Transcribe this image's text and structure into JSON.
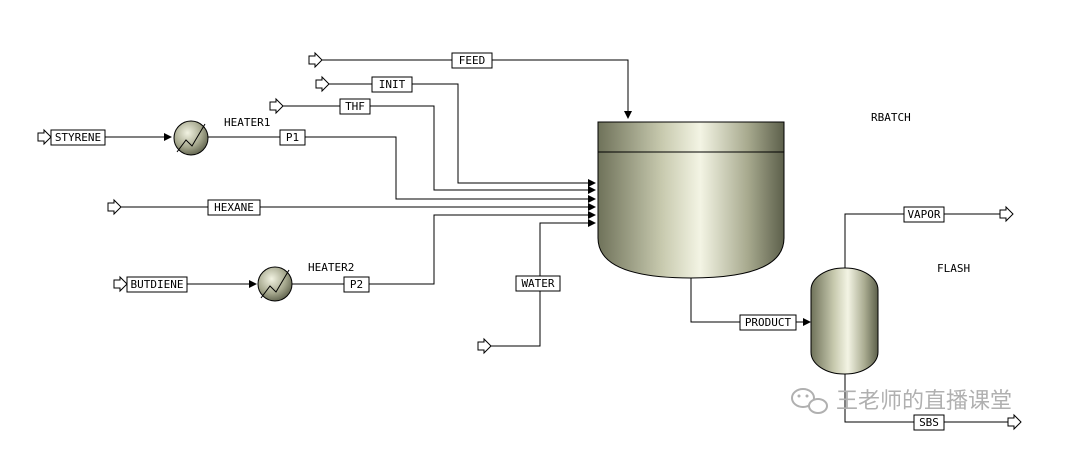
{
  "streams": {
    "feed": "FEED",
    "init": "INIT",
    "thf": "THF",
    "styrene": "STYRENE",
    "p1": "P1",
    "hexane": "HEXANE",
    "butdiene": "BUTDIENE",
    "p2": "P2",
    "water": "WATER",
    "product": "PRODUCT",
    "vapor": "VAPOR",
    "sbs": "SBS"
  },
  "units": {
    "heater1": "HEATER1",
    "heater2": "HEATER2",
    "rbatch": "RBATCH",
    "flash": "FLASH"
  },
  "watermark": {
    "text": "王老师的直播课堂",
    "icon": "wechat-icon"
  }
}
